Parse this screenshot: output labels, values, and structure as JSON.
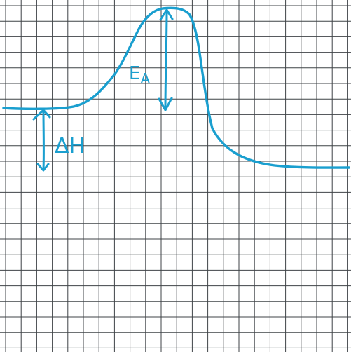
{
  "colors": {
    "paper": "#ffffff",
    "grid": "#3f4347",
    "ink": "#1a9fcf"
  },
  "labels": {
    "delta_h": "ΔH",
    "ea_main": "E",
    "ea_sub": "A"
  }
}
